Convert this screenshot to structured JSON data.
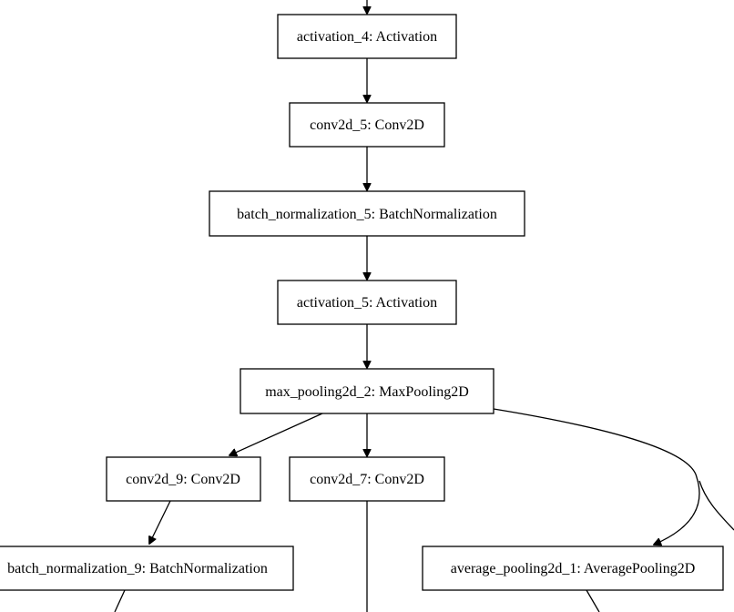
{
  "nodes": {
    "activation_4": "activation_4: Activation",
    "conv2d_5": "conv2d_5: Conv2D",
    "batch_normalization_5": "batch_normalization_5: BatchNormalization",
    "activation_5": "activation_5: Activation",
    "max_pooling2d_2": "max_pooling2d_2: MaxPooling2D",
    "conv2d_9": "conv2d_9: Conv2D",
    "conv2d_7": "conv2d_7: Conv2D",
    "batch_normalization_9": "batch_normalization_9: BatchNormalization",
    "average_pooling2d_1": "average_pooling2d_1: AveragePooling2D"
  },
  "edges": [
    {
      "from": "previous",
      "to": "activation_4"
    },
    {
      "from": "activation_4",
      "to": "conv2d_5"
    },
    {
      "from": "conv2d_5",
      "to": "batch_normalization_5"
    },
    {
      "from": "batch_normalization_5",
      "to": "activation_5"
    },
    {
      "from": "activation_5",
      "to": "max_pooling2d_2"
    },
    {
      "from": "max_pooling2d_2",
      "to": "conv2d_9"
    },
    {
      "from": "max_pooling2d_2",
      "to": "conv2d_7"
    },
    {
      "from": "max_pooling2d_2",
      "to": "average_pooling2d_1"
    },
    {
      "from": "max_pooling2d_2",
      "to": "offscreen"
    },
    {
      "from": "conv2d_9",
      "to": "batch_normalization_9"
    },
    {
      "from": "conv2d_7",
      "to": "offscreen"
    },
    {
      "from": "batch_normalization_9",
      "to": "offscreen"
    },
    {
      "from": "average_pooling2d_1",
      "to": "offscreen"
    }
  ]
}
